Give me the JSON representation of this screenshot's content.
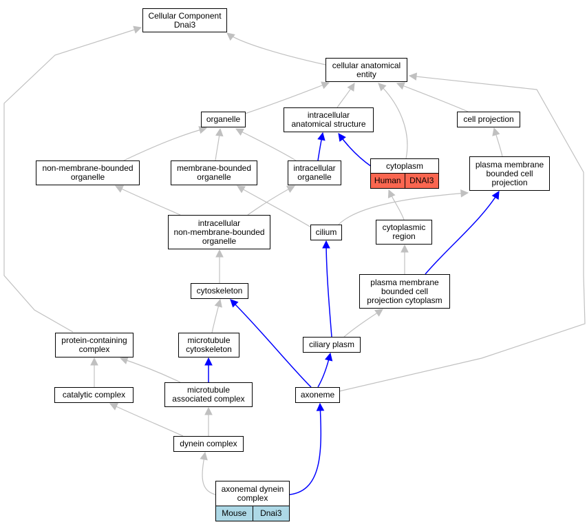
{
  "colors": {
    "is_a_edge": "#c0c0c0",
    "part_of_edge": "#0000ff",
    "human_tag": "#fa6650",
    "mouse_tag": "#add8e6"
  },
  "nodes": {
    "root": "Cellular Component\nDnai3",
    "cellular_anatomical_entity": "cellular anatomical\nentity",
    "organelle": "organelle",
    "intracellular_anatomical_structure": "intracellular\nanatomical structure",
    "cell_projection": "cell projection",
    "non_membrane_bounded_organelle": "non-membrane-bounded\norganelle",
    "membrane_bounded_organelle": "membrane-bounded\norganelle",
    "intracellular_organelle": "intracellular\norganelle",
    "cytoplasm": "cytoplasm",
    "plasma_membrane_bounded_cell_projection": "plasma membrane\nbounded cell\nprojection",
    "intracellular_non_membrane_bounded_organelle": "intracellular\nnon-membrane-bounded\norganelle",
    "cilium": "cilium",
    "cytoplasmic_region": "cytoplasmic\nregion",
    "cytoskeleton": "cytoskeleton",
    "plasma_membrane_bounded_cell_projection_cytoplasm": "plasma membrane\nbounded cell\nprojection cytoplasm",
    "protein_containing_complex": "protein-containing\ncomplex",
    "microtubule_cytoskeleton": "microtubule\ncytoskeleton",
    "ciliary_plasm": "ciliary plasm",
    "catalytic_complex": "catalytic complex",
    "microtubule_associated_complex": "microtubule\nassociated complex",
    "axoneme": "axoneme",
    "dynein_complex": "dynein complex",
    "axonemal_dynein_complex": "axonemal dynein\ncomplex"
  },
  "annotations": {
    "cytoplasm": {
      "species": "Human",
      "gene": "DNAI3"
    },
    "axonemal_dynein_complex": {
      "species": "Mouse",
      "gene": "Dnai3"
    }
  },
  "edges": [
    {
      "from": "cellular_anatomical_entity",
      "to": "root",
      "type": "is_a"
    },
    {
      "from": "protein_containing_complex",
      "to": "root",
      "type": "is_a"
    },
    {
      "from": "organelle",
      "to": "cellular_anatomical_entity",
      "type": "is_a"
    },
    {
      "from": "intracellular_anatomical_structure",
      "to": "cellular_anatomical_entity",
      "type": "is_a"
    },
    {
      "from": "cytoplasm",
      "to": "cellular_anatomical_entity",
      "type": "is_a"
    },
    {
      "from": "cell_projection",
      "to": "cellular_anatomical_entity",
      "type": "is_a"
    },
    {
      "from": "axoneme",
      "to": "cellular_anatomical_entity",
      "type": "is_a"
    },
    {
      "from": "non_membrane_bounded_organelle",
      "to": "organelle",
      "type": "is_a"
    },
    {
      "from": "membrane_bounded_organelle",
      "to": "organelle",
      "type": "is_a"
    },
    {
      "from": "intracellular_organelle",
      "to": "organelle",
      "type": "is_a"
    },
    {
      "from": "intracellular_organelle",
      "to": "intracellular_anatomical_structure",
      "type": "part_of"
    },
    {
      "from": "cytoplasm",
      "to": "intracellular_anatomical_structure",
      "type": "part_of"
    },
    {
      "from": "plasma_membrane_bounded_cell_projection",
      "to": "cell_projection",
      "type": "is_a"
    },
    {
      "from": "intracellular_non_membrane_bounded_organelle",
      "to": "non_membrane_bounded_organelle",
      "type": "is_a"
    },
    {
      "from": "intracellular_non_membrane_bounded_organelle",
      "to": "intracellular_organelle",
      "type": "is_a"
    },
    {
      "from": "cilium",
      "to": "membrane_bounded_organelle",
      "type": "is_a"
    },
    {
      "from": "cilium",
      "to": "plasma_membrane_bounded_cell_projection",
      "type": "is_a"
    },
    {
      "from": "cytoplasmic_region",
      "to": "cytoplasm",
      "type": "is_a"
    },
    {
      "from": "cytoskeleton",
      "to": "intracellular_non_membrane_bounded_organelle",
      "type": "is_a"
    },
    {
      "from": "plasma_membrane_bounded_cell_projection_cytoplasm",
      "to": "cytoplasmic_region",
      "type": "is_a"
    },
    {
      "from": "plasma_membrane_bounded_cell_projection_cytoplasm",
      "to": "plasma_membrane_bounded_cell_projection",
      "type": "part_of"
    },
    {
      "from": "ciliary_plasm",
      "to": "cilium",
      "type": "part_of"
    },
    {
      "from": "ciliary_plasm",
      "to": "plasma_membrane_bounded_cell_projection_cytoplasm",
      "type": "is_a"
    },
    {
      "from": "microtubule_cytoskeleton",
      "to": "cytoskeleton",
      "type": "is_a"
    },
    {
      "from": "catalytic_complex",
      "to": "protein_containing_complex",
      "type": "is_a"
    },
    {
      "from": "microtubule_associated_complex",
      "to": "protein_containing_complex",
      "type": "is_a"
    },
    {
      "from": "microtubule_associated_complex",
      "to": "microtubule_cytoskeleton",
      "type": "part_of"
    },
    {
      "from": "axoneme",
      "to": "ciliary_plasm",
      "type": "part_of"
    },
    {
      "from": "axoneme",
      "to": "cytoskeleton",
      "type": "part_of"
    },
    {
      "from": "dynein_complex",
      "to": "catalytic_complex",
      "type": "is_a"
    },
    {
      "from": "dynein_complex",
      "to": "microtubule_associated_complex",
      "type": "is_a"
    },
    {
      "from": "axonemal_dynein_complex",
      "to": "dynein_complex",
      "type": "is_a"
    },
    {
      "from": "axonemal_dynein_complex",
      "to": "axoneme",
      "type": "part_of"
    }
  ]
}
